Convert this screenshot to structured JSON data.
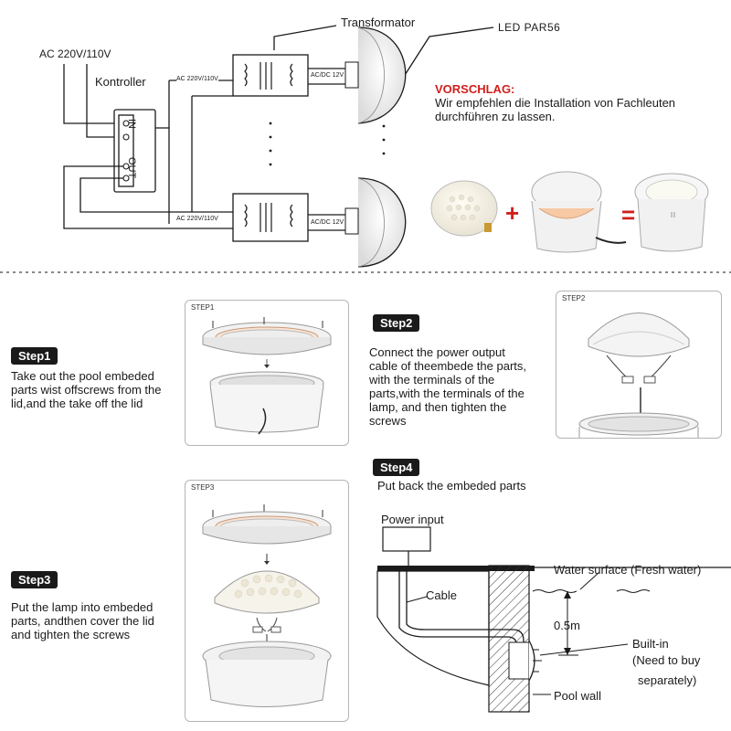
{
  "wiring": {
    "transformer_label": "Transformator",
    "led_label": "LED PAR56",
    "ac_input_label": "AC 220V/110V",
    "controller_label": "Kontroller",
    "in_label": "IN",
    "out_label": "OUT",
    "ac_small_label": "AC 220V/110V",
    "acdc_label": "AC/DC 12V"
  },
  "suggestion": {
    "title": "VORSCHLAG:",
    "line1": "Wir empfehlen die Installation von Fachleuten",
    "line2": "durchführen zu lassen."
  },
  "assembly": {
    "plus": "+",
    "equals": "="
  },
  "steps": {
    "step1": {
      "badge": "Step1",
      "line1": "Take out the pool embeded",
      "line2": "parts wist offscrews from the",
      "line3": "lid,and the take off the lid",
      "card_tag": "STEP1"
    },
    "step2": {
      "badge": "Step2",
      "line1": "Connect the power output",
      "line2": "cable of theembede the parts,",
      "line3": "with the terminals of the",
      "line4": "parts,with the terminals of the",
      "line5": "lamp, and then tighten the",
      "line6": "screws",
      "card_tag": "STEP2"
    },
    "step3": {
      "badge": "Step3",
      "line1": "Put the lamp into embeded",
      "line2": "parts, andthen cover the lid",
      "line3": "and tighten the screws",
      "card_tag": "STEP3"
    },
    "step4": {
      "badge": "Step4",
      "line1": "Put back the embeded parts"
    }
  },
  "install": {
    "power_input": "Power input",
    "water_surface": "Water surface (Fresh water)",
    "cable": "Cable",
    "depth": "0.5m",
    "built_in": "Built-in",
    "need_to_buy": "(Need to buy",
    "separately": "separately)",
    "pool_wall": "Pool wall"
  },
  "colors": {
    "accent_red": "#d0201c",
    "line": "#1a1a1a",
    "badge_bg": "#1a1a1a"
  }
}
